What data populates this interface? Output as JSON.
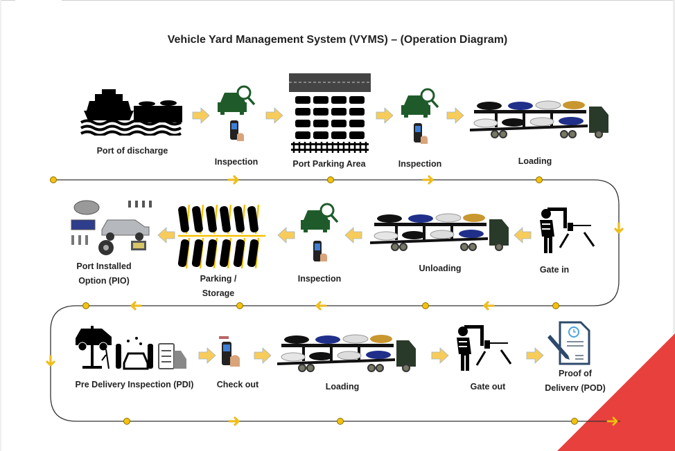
{
  "title": "Vehicle Yard Management System (VYMS) – (Operation Diagram)",
  "colors": {
    "flow_arrow": "#f5c24a",
    "node_dot": "#f4c20d",
    "inspection_green": "#1f5b2a",
    "accent_red": "#e8403d",
    "line": "#333333"
  },
  "rows": [
    {
      "direction": "left-to-right",
      "steps": [
        {
          "id": "port-of-discharge",
          "label": "Port of discharge",
          "icon": "ship-port-icon"
        },
        {
          "id": "inspection-1",
          "label": "Inspection",
          "icon": "car-inspection-scanner-icon"
        },
        {
          "id": "port-parking-area",
          "label": "Port Parking Area",
          "icon": "parking-lot-icon"
        },
        {
          "id": "inspection-2",
          "label": "Inspection",
          "icon": "car-inspection-scanner-icon"
        },
        {
          "id": "loading-1",
          "label": "Loading",
          "icon": "car-carrier-truck-icon"
        }
      ]
    },
    {
      "direction": "right-to-left",
      "steps": [
        {
          "id": "gate-in",
          "label": "Gate in",
          "icon": "gate-guard-icon"
        },
        {
          "id": "unloading",
          "label": "Unloading",
          "icon": "car-carrier-truck-icon"
        },
        {
          "id": "inspection-3",
          "label": "Inspection",
          "icon": "car-inspection-scanner-icon"
        },
        {
          "id": "parking-storage",
          "label_lines": [
            "Parking /",
            "Storage"
          ],
          "icon": "parking-storage-icon"
        },
        {
          "id": "pio",
          "label_lines": [
            "Port Installed",
            "Option (PIO)"
          ],
          "icon": "car-accessories-icon"
        }
      ]
    },
    {
      "direction": "left-to-right",
      "steps": [
        {
          "id": "pdi",
          "label": "Pre Delivery Inspection (PDI)",
          "icon": "pdi-icon"
        },
        {
          "id": "check-out",
          "label": "Check out",
          "icon": "handheld-scanner-icon"
        },
        {
          "id": "loading-2",
          "label": "Loading",
          "icon": "car-carrier-truck-icon"
        },
        {
          "id": "gate-out",
          "label": "Gate out",
          "icon": "gate-guard-icon"
        },
        {
          "id": "pod",
          "label_lines": [
            "Proof of",
            "Deliverv (POD)"
          ],
          "icon": "document-pen-icon"
        }
      ]
    }
  ]
}
